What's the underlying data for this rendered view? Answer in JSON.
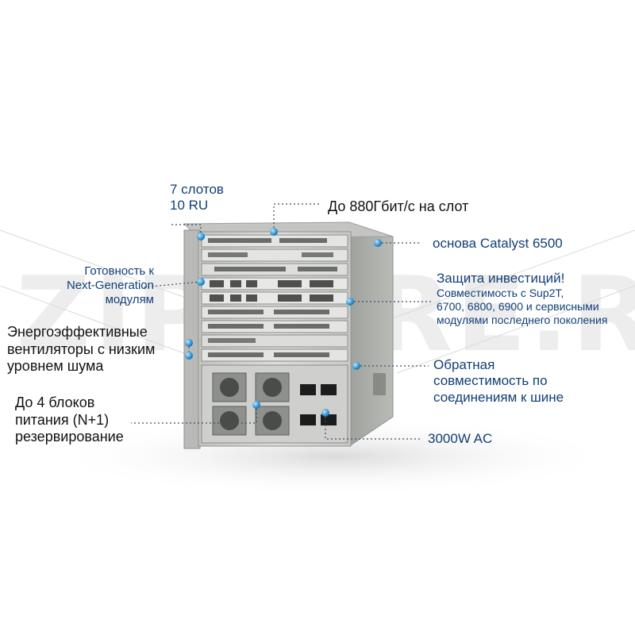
{
  "watermark": {
    "text": "ZIP STORE.RU",
    "left": "ZIP",
    "right": "RE.RU"
  },
  "colors": {
    "label_dark": "#111111",
    "label_blue": "#123f76",
    "callout_dot": "#1f86c7",
    "chassis_face": "#d2d3d0",
    "chassis_side": "#a8aaa6"
  },
  "icons": {
    "callout_marker": "blue-dot-icon"
  },
  "callouts": {
    "slots": {
      "line1": "7 слотов",
      "line2": "10 RU"
    },
    "bandwidth": "До 880Гбит/с на слот",
    "base": "основа Catalyst 6500",
    "nextgen": {
      "line1": "Готовность к",
      "line2": "Next-Generation",
      "line3": "модулям"
    },
    "investment": {
      "title": "Защита инвестиций!",
      "line1": "Совместимость с Sup2T,",
      "line2": "6700, 6800, 6900 и сервисными",
      "line3": "модулями последнего поколения"
    },
    "fans": {
      "line1": "Энергоэффективные",
      "line2": "вентиляторы с низким",
      "line3": "уровнем шума"
    },
    "backward": {
      "line1": "Обратная",
      "line2": "совместимость по",
      "line3": "соединениям к шине"
    },
    "psu": {
      "line1": "До 4 блоков",
      "line2": "питания (N+1)",
      "line3": "резервирование"
    },
    "ac": "3000W AC"
  }
}
